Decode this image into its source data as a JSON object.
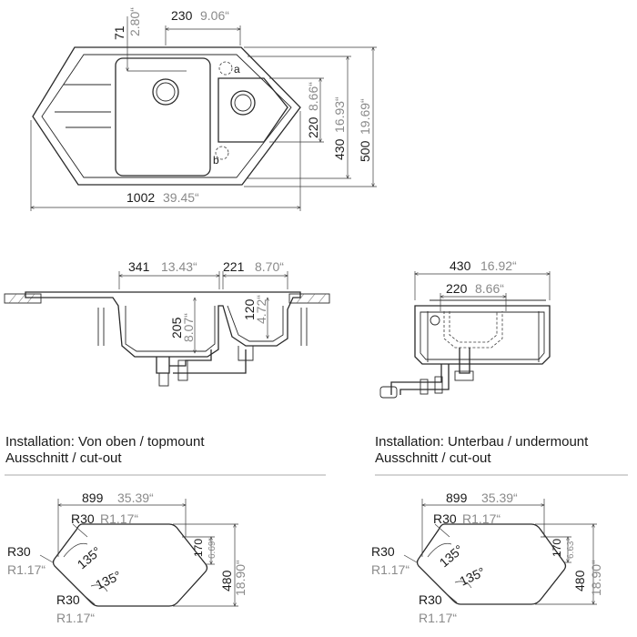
{
  "top_view": {
    "dim_width_mm": "1002",
    "dim_width_in": "39.45“",
    "dim_height_mm": "500",
    "dim_height_in": "19.69“",
    "dim_430_mm": "430",
    "dim_430_in": "16.93“",
    "dim_220_mm": "220",
    "dim_220_in": "8.66“",
    "dim_230_mm": "230",
    "dim_230_in": "9.06“",
    "dim_71_mm": "71",
    "dim_71_in": "2.80“",
    "label_a": "a",
    "label_b": "b"
  },
  "side_view": {
    "dim_341_mm": "341",
    "dim_341_in": "13.43“",
    "dim_221_mm": "221",
    "dim_221_in": "8.70“",
    "dim_205_mm": "205",
    "dim_205_in": "8.07“",
    "dim_120_mm": "120",
    "dim_120_in": "4.72“"
  },
  "front_view": {
    "dim_430_mm": "430",
    "dim_430_in": "16.92“",
    "dim_220_mm": "220",
    "dim_220_in": "8.66“"
  },
  "captions": {
    "left_line1": "Installation: Von oben / topmount",
    "left_line2": "Ausschnitt / cut-out",
    "right_line1": "Installation: Unterbau / undermount",
    "right_line2": "Ausschnitt / cut-out"
  },
  "cutout_left": {
    "dim_899_mm": "899",
    "dim_899_in": "35.39“",
    "r_top_mm": "R30",
    "r_top_in": "R1.17“",
    "r_left_mm": "R30",
    "r_left_in": "R1.17“",
    "r_bottom_mm": "R30",
    "r_bottom_in": "R1.17“",
    "angle_1": "135°",
    "angle_2": "135°",
    "dim_170_mm": "170",
    "dim_170_in": "6.69“",
    "dim_480_mm": "480",
    "dim_480_in": "18.90“"
  },
  "cutout_right": {
    "dim_899_mm": "899",
    "dim_899_in": "35.39“",
    "r_top_mm": "R30",
    "r_top_in": "R1.17“",
    "r_left_mm": "R30",
    "r_left_in": "R1.17“",
    "r_bottom_mm": "R30",
    "r_bottom_in": "R1.17“",
    "angle_1": "135°",
    "angle_2": "135°",
    "dim_170_mm": "170",
    "dim_170_in": "6.63“",
    "dim_480_mm": "480",
    "dim_480_in": "18.90“"
  }
}
